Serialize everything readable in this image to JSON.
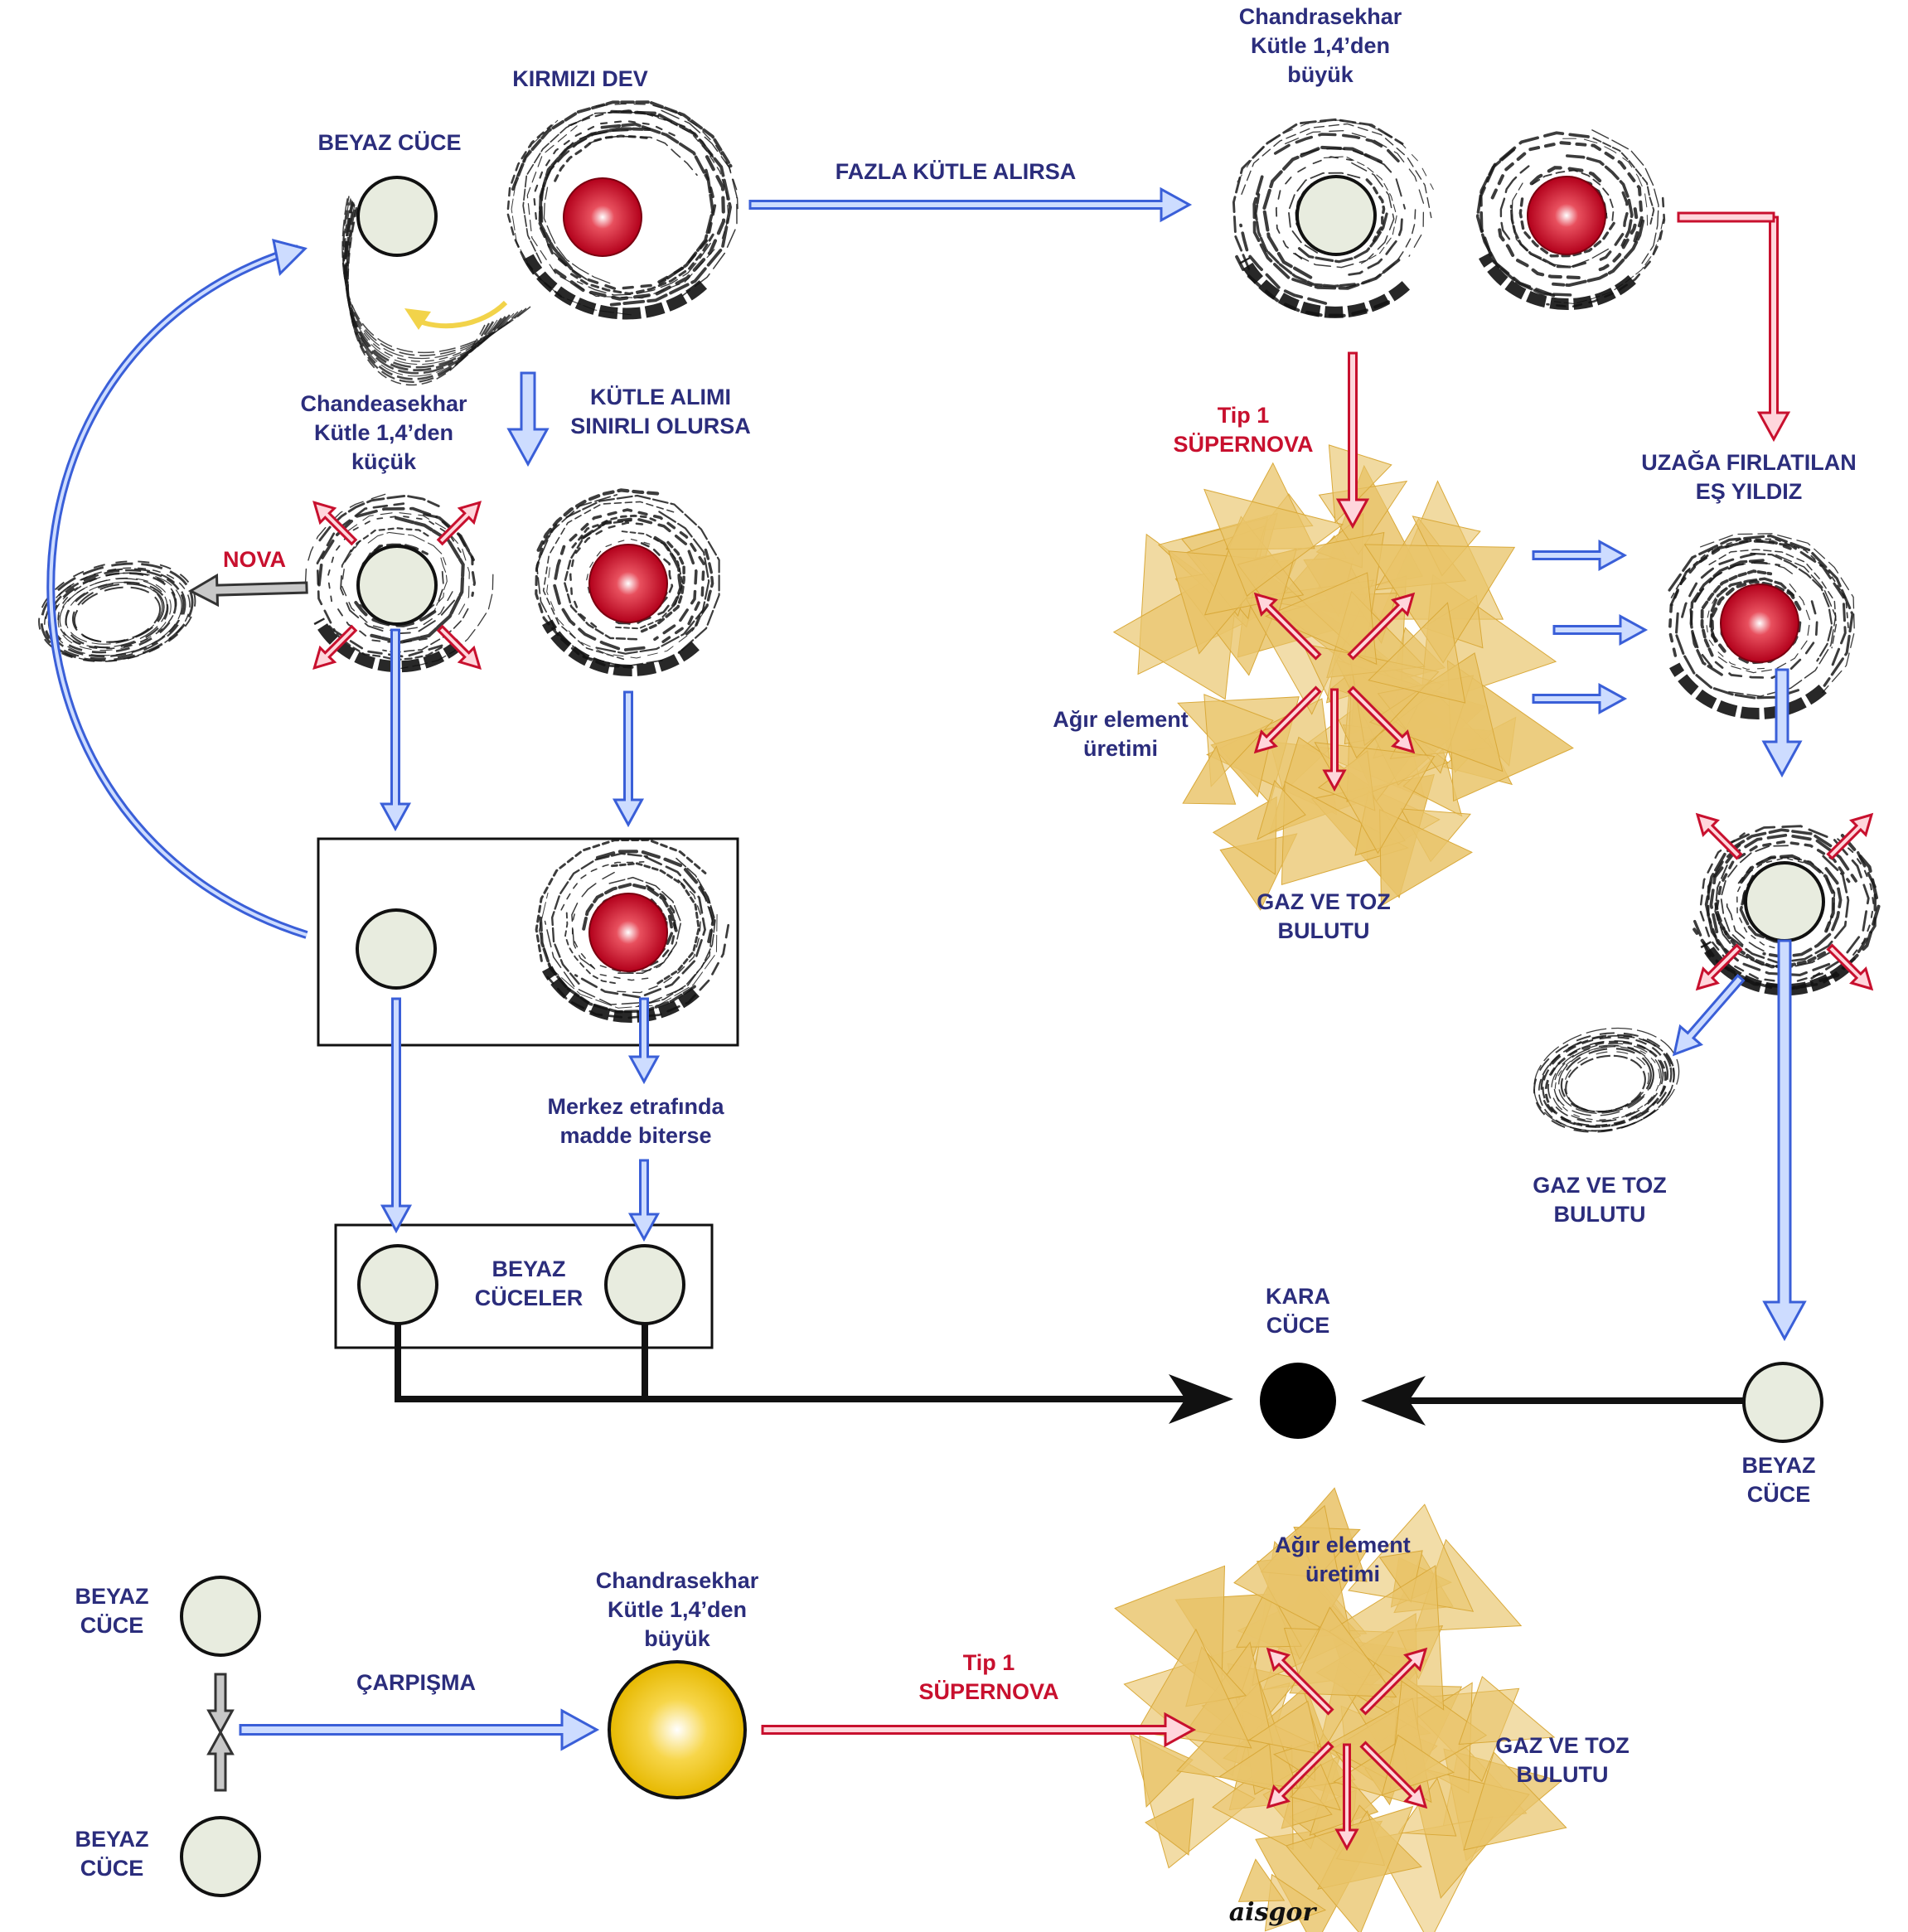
{
  "labels": {
    "kirmizi_dev": "KIRMIZI DEV",
    "beyaz_cuce_top": "BEYAZ CÜCE",
    "fazla_kutle": "FAZLA KÜTLE ALIRSA",
    "chandra_top_1": "Chandrasekhar",
    "chandra_top_2": "Kütle 1,4’den",
    "chandra_top_3": "büyük",
    "kutle_alimi_1": "KÜTLE ALIMI",
    "kutle_alimi_2": "SINIRLI OLURSA",
    "chandea_1": "Chandeasekhar",
    "chandea_2": "Kütle 1,4’den",
    "chandea_3": "küçük",
    "nova": "NOVA",
    "tip1_top_1": "Tip 1",
    "tip1_top_2": "SÜPERNOVA",
    "uzaga_1": "UZAĞA FIRLATILAN",
    "uzaga_2": "EŞ YILDIZ",
    "agir_top_1": "Ağır element",
    "agir_top_2": "üretimi",
    "gaz_mid_1": "GAZ VE TOZ",
    "gaz_mid_2": "BULUTU",
    "gaz_right_1": "GAZ VE TOZ",
    "gaz_right_2": "BULUTU",
    "merkez_1": "Merkez etrafında",
    "merkez_2": "madde biterse",
    "beyaz_celer_1": "BEYAZ",
    "beyaz_celer_2": "CÜCELER",
    "kara_1": "KARA",
    "kara_2": "CÜCE",
    "beyaz_right_1": "BEYAZ",
    "beyaz_right_2": "CÜCE",
    "beyaz_bl1_1": "BEYAZ",
    "beyaz_bl1_2": "CÜCE",
    "beyaz_bl2_1": "BEYAZ",
    "beyaz_bl2_2": "CÜCE",
    "carpisma": "ÇARPIŞMA",
    "chandra_bot_1": "Chandrasekhar",
    "chandra_bot_2": "Kütle 1,4’den",
    "chandra_bot_3": "büyük",
    "tip1_bot_1": "Tip 1",
    "tip1_bot_2": "SÜPERNOVA",
    "agir_bot_1": "Ağır element",
    "agir_bot_2": "üretimi",
    "gaz_bot_1": "GAZ VE TOZ",
    "gaz_bot_2": "BULUTU",
    "signature": "aisgor"
  },
  "colors": {
    "blue_arrow": "#3a5fd8",
    "blue_fill": "#cddcff",
    "red_arrow": "#c8102e",
    "red_fill": "#ffd6dc",
    "white_dwarf": "#e8ecdf",
    "red_giant": "#c8102e",
    "explosion": "#e9c46a",
    "label_blue": "#2b2d7c",
    "label_red": "#c8102e"
  }
}
